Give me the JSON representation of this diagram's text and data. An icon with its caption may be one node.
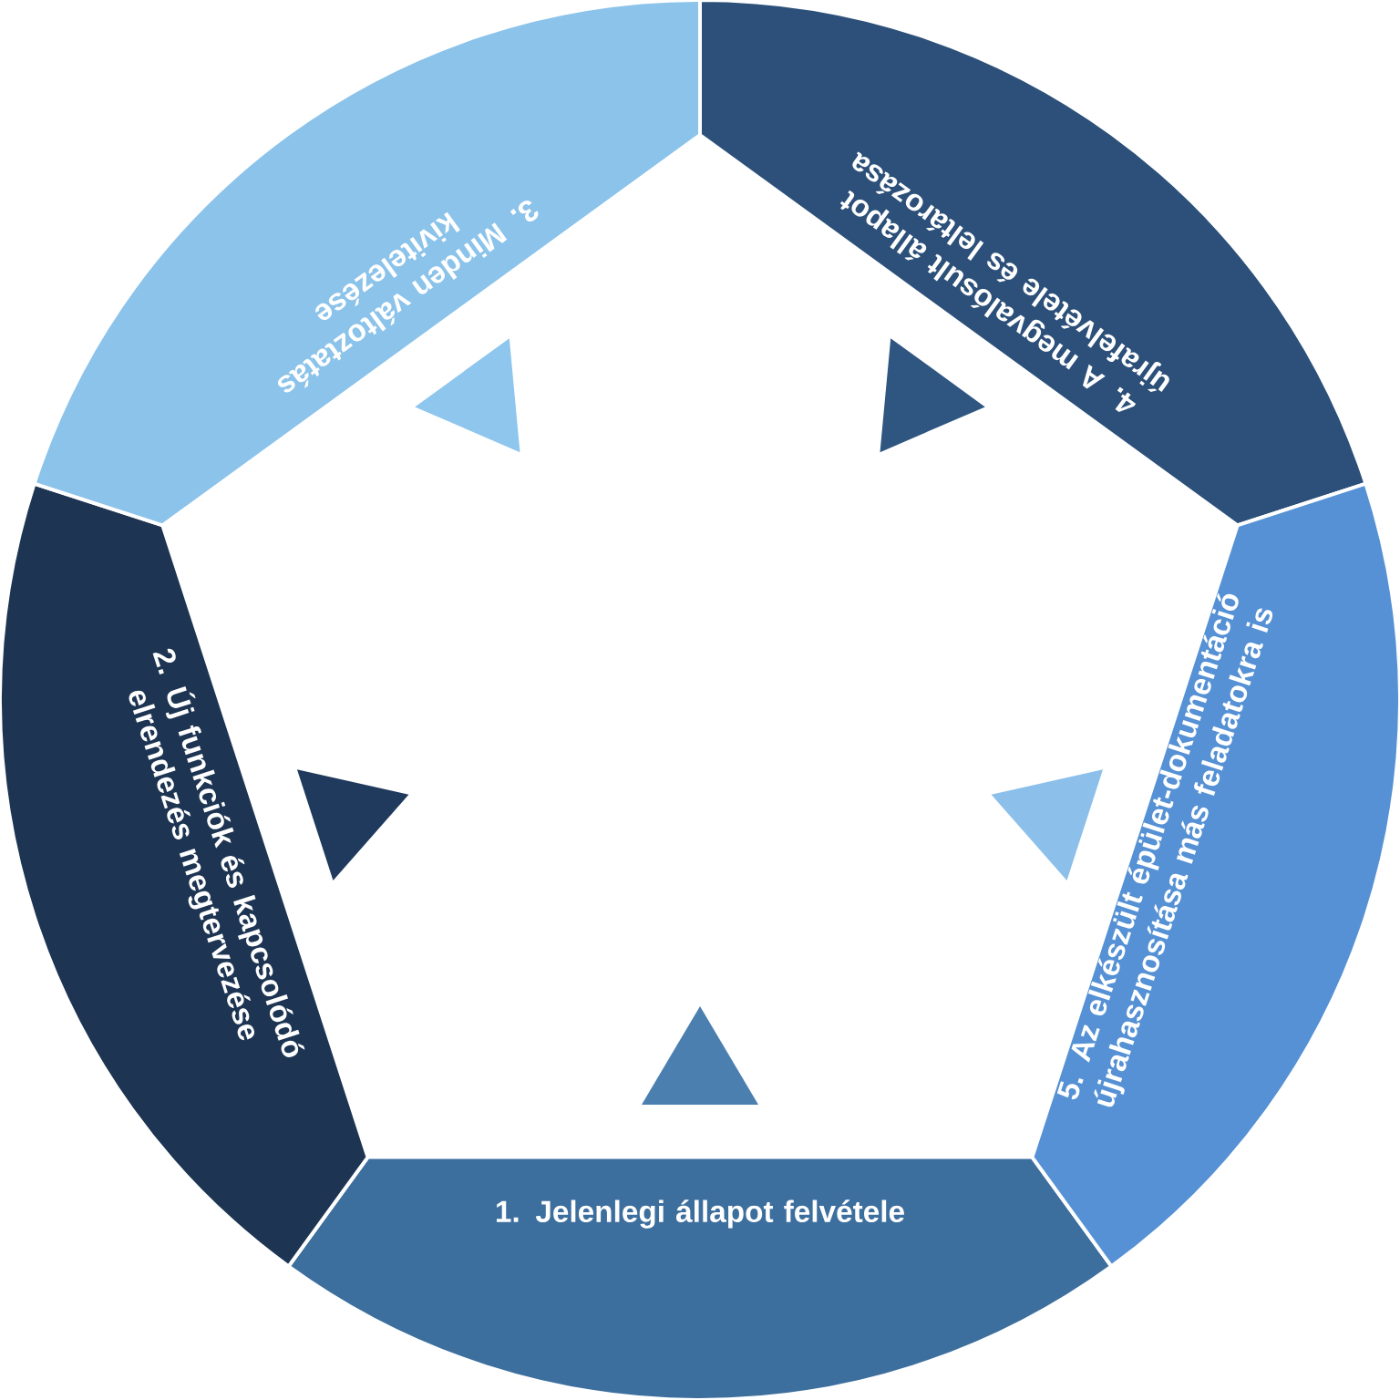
{
  "diagram": {
    "nodes": [
      {
        "text": [
          "1. Jelenlegi állapot felvétele"
        ]
      },
      {
        "text": [
          "2. Új funkciók és kapcsolódó elrendezés megtervezése"
        ]
      },
      {
        "text": [
          "3. Minden változtatás kivitelezése"
        ]
      },
      {
        "text": [
          "4. A megvalósult állapot újrafelvétele és leltározása"
        ]
      },
      {
        "text": [
          "5. Az elkészült épület-dokumentáció újrahasznosítása más feladatokra is"
        ]
      }
    ]
  }
}
